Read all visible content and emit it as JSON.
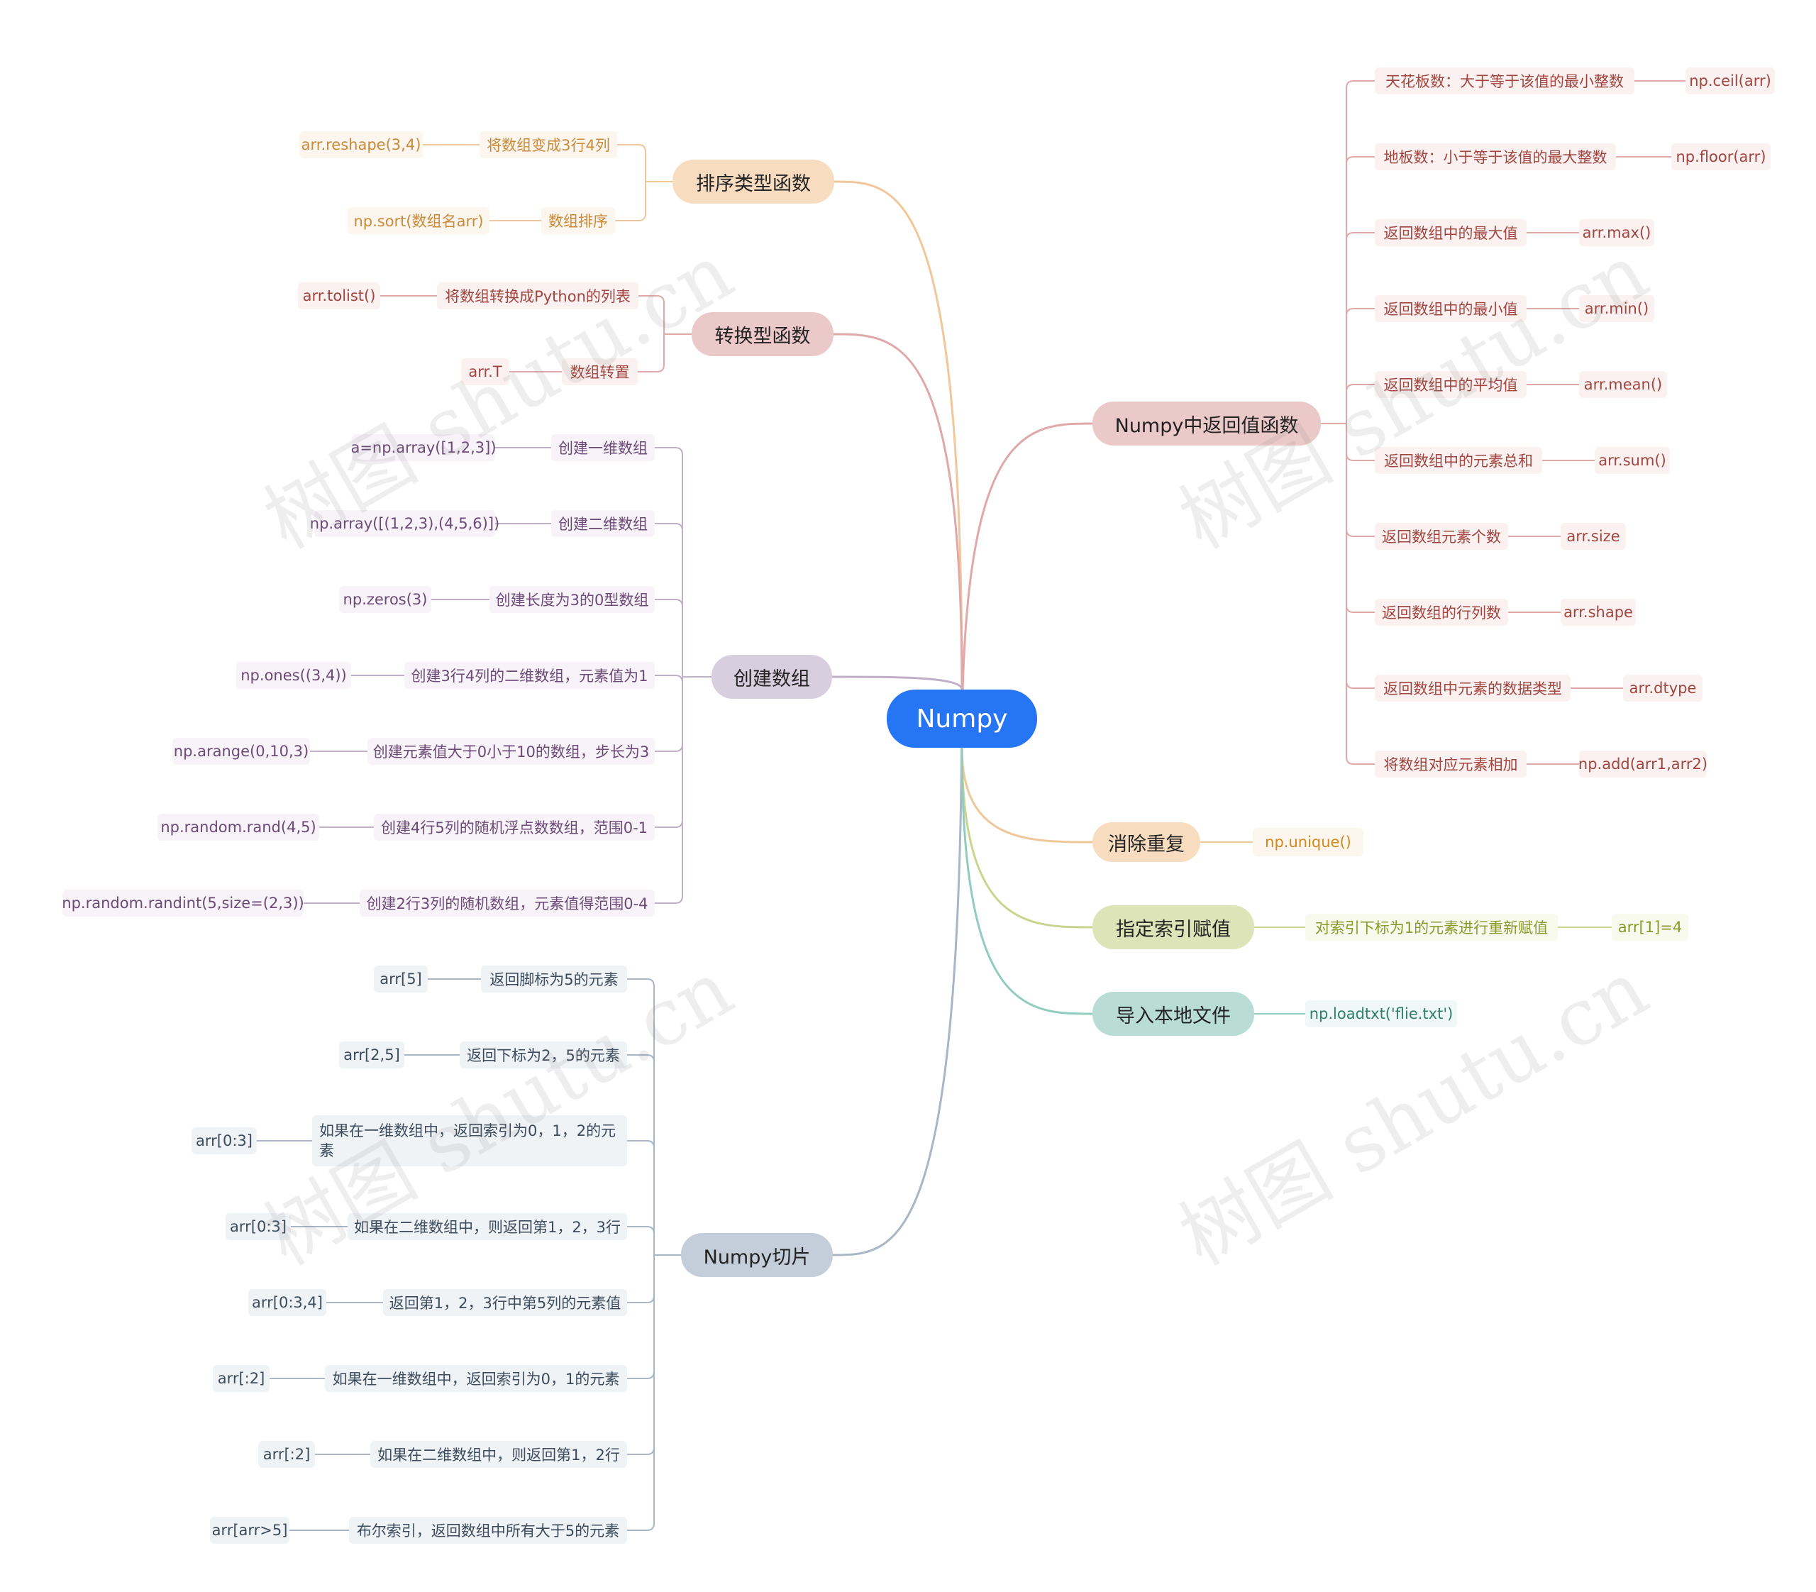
{
  "watermark": "树图 shutu.cn",
  "colors": {
    "root": "#2575f5",
    "sort": {
      "fill": "#f7dcc0",
      "edge": "#f0c79b",
      "leaf_fill": "#fdf6ee",
      "text": "#c98a3a"
    },
    "convert": {
      "fill": "#ecc9c9",
      "edge": "#e0a8a8",
      "leaf_fill": "#fbf1f1",
      "text": "#a0463f"
    },
    "create": {
      "fill": "#d9cede",
      "edge": "#c1afc8",
      "leaf_fill": "#f7f3f8",
      "text": "#6c4a78"
    },
    "slice": {
      "fill": "#c4cedb",
      "edge": "#a8b6c6",
      "leaf_fill": "#f0f3f6",
      "text": "#3c4b5c"
    },
    "ret": {
      "fill": "#ecc9c9",
      "edge": "#e0a8a8",
      "leaf_fill": "#fbf1f1",
      "text": "#a0463f"
    },
    "unique": {
      "fill": "#f7dcc0",
      "edge": "#f0c79b",
      "leaf_fill": "#fdf6ee",
      "text": "#d28a1e"
    },
    "assign": {
      "fill": "#dde5b8",
      "edge": "#c8d58f",
      "leaf_fill": "#f8faee",
      "text": "#8a9a2a"
    },
    "load": {
      "fill": "#b9ddd5",
      "edge": "#92ccbf",
      "leaf_fill": "#eff8f6",
      "text": "#2f7f6b"
    }
  },
  "root": {
    "label": "Numpy"
  },
  "branches": [
    {
      "key": "sort",
      "label": "排序类型函数",
      "side": "left",
      "children": [
        {
          "label": "将数组变成3行4列",
          "value": "arr.reshape(3,4)"
        },
        {
          "label": "数组排序",
          "value": "np.sort(数组名arr)"
        }
      ]
    },
    {
      "key": "convert",
      "label": "转换型函数",
      "side": "left",
      "children": [
        {
          "label": "将数组转换成Python的列表",
          "value": "arr.tolist()"
        },
        {
          "label": "数组转置",
          "value": "arr.T"
        }
      ]
    },
    {
      "key": "create",
      "label": "创建数组",
      "side": "left",
      "children": [
        {
          "label": "创建一维数组",
          "value": "a=np.array([1,2,3])"
        },
        {
          "label": "创建二维数组",
          "value": "np.array([(1,2,3),(4,5,6)])"
        },
        {
          "label": "创建长度为3的0型数组",
          "value": "np.zeros(3)"
        },
        {
          "label": "创建3行4列的二维数组，元素值为1",
          "value": "np.ones((3,4))"
        },
        {
          "label": "创建元素值大于0小于10的数组，步长为3",
          "value": "np.arange(0,10,3)"
        },
        {
          "label": "创建4行5列的随机浮点数数组，范围0-1",
          "value": "np.random.rand(4,5)"
        },
        {
          "label": "创建2行3列的随机数组，元素值得范围0-4",
          "value": "np.random.randint(5,size=(2,3))"
        }
      ]
    },
    {
      "key": "slice",
      "label": "Numpy切片",
      "side": "left",
      "children": [
        {
          "label": "返回脚标为5的元素",
          "value": "arr[5]"
        },
        {
          "label": "返回下标为2，5的元素",
          "value": "arr[2,5]"
        },
        {
          "label": "如果在一维数组中，返回索引为0，1，2的元素",
          "value": "arr[0:3]"
        },
        {
          "label": "如果在二维数组中，则返回第1，2，3行",
          "value": "arr[0:3]"
        },
        {
          "label": "返回第1，2，3行中第5列的元素值",
          "value": "arr[0:3,4]"
        },
        {
          "label": "如果在一维数组中，返回索引为0，1的元素",
          "value": "arr[:2]"
        },
        {
          "label": "如果在二维数组中，则返回第1，2行",
          "value": "arr[:2]"
        },
        {
          "label": "布尔索引，返回数组中所有大于5的元素",
          "value": "arr[arr>5]"
        }
      ]
    },
    {
      "key": "ret",
      "label": "Numpy中返回值函数",
      "side": "right",
      "children": [
        {
          "label": "天花板数：大于等于该值的最小整数",
          "value": "np.ceil(arr)"
        },
        {
          "label": "地板数：小于等于该值的最大整数",
          "value": "np.floor(arr)"
        },
        {
          "label": "返回数组中的最大值",
          "value": "arr.max()"
        },
        {
          "label": "返回数组中的最小值",
          "value": "arr.min()"
        },
        {
          "label": "返回数组中的平均值",
          "value": "arr.mean()"
        },
        {
          "label": "返回数组中的元素总和",
          "value": "arr.sum()"
        },
        {
          "label": "返回数组元素个数",
          "value": "arr.size"
        },
        {
          "label": "返回数组的行列数",
          "value": "arr.shape"
        },
        {
          "label": "返回数组中元素的数据类型",
          "value": "arr.dtype"
        },
        {
          "label": "将数组对应元素相加",
          "value": "np.add(arr1,arr2)"
        }
      ]
    },
    {
      "key": "unique",
      "label": "消除重复",
      "side": "right",
      "children": [
        {
          "label": "np.unique()",
          "value": null
        }
      ]
    },
    {
      "key": "assign",
      "label": "指定索引赋值",
      "side": "right",
      "children": [
        {
          "label": "对索引下标为1的元素进行重新赋值",
          "value": "arr[1]=4"
        }
      ]
    },
    {
      "key": "load",
      "label": "导入本地文件",
      "side": "right",
      "children": [
        {
          "label": "np.loadtxt('flie.txt')",
          "value": null
        }
      ]
    }
  ]
}
